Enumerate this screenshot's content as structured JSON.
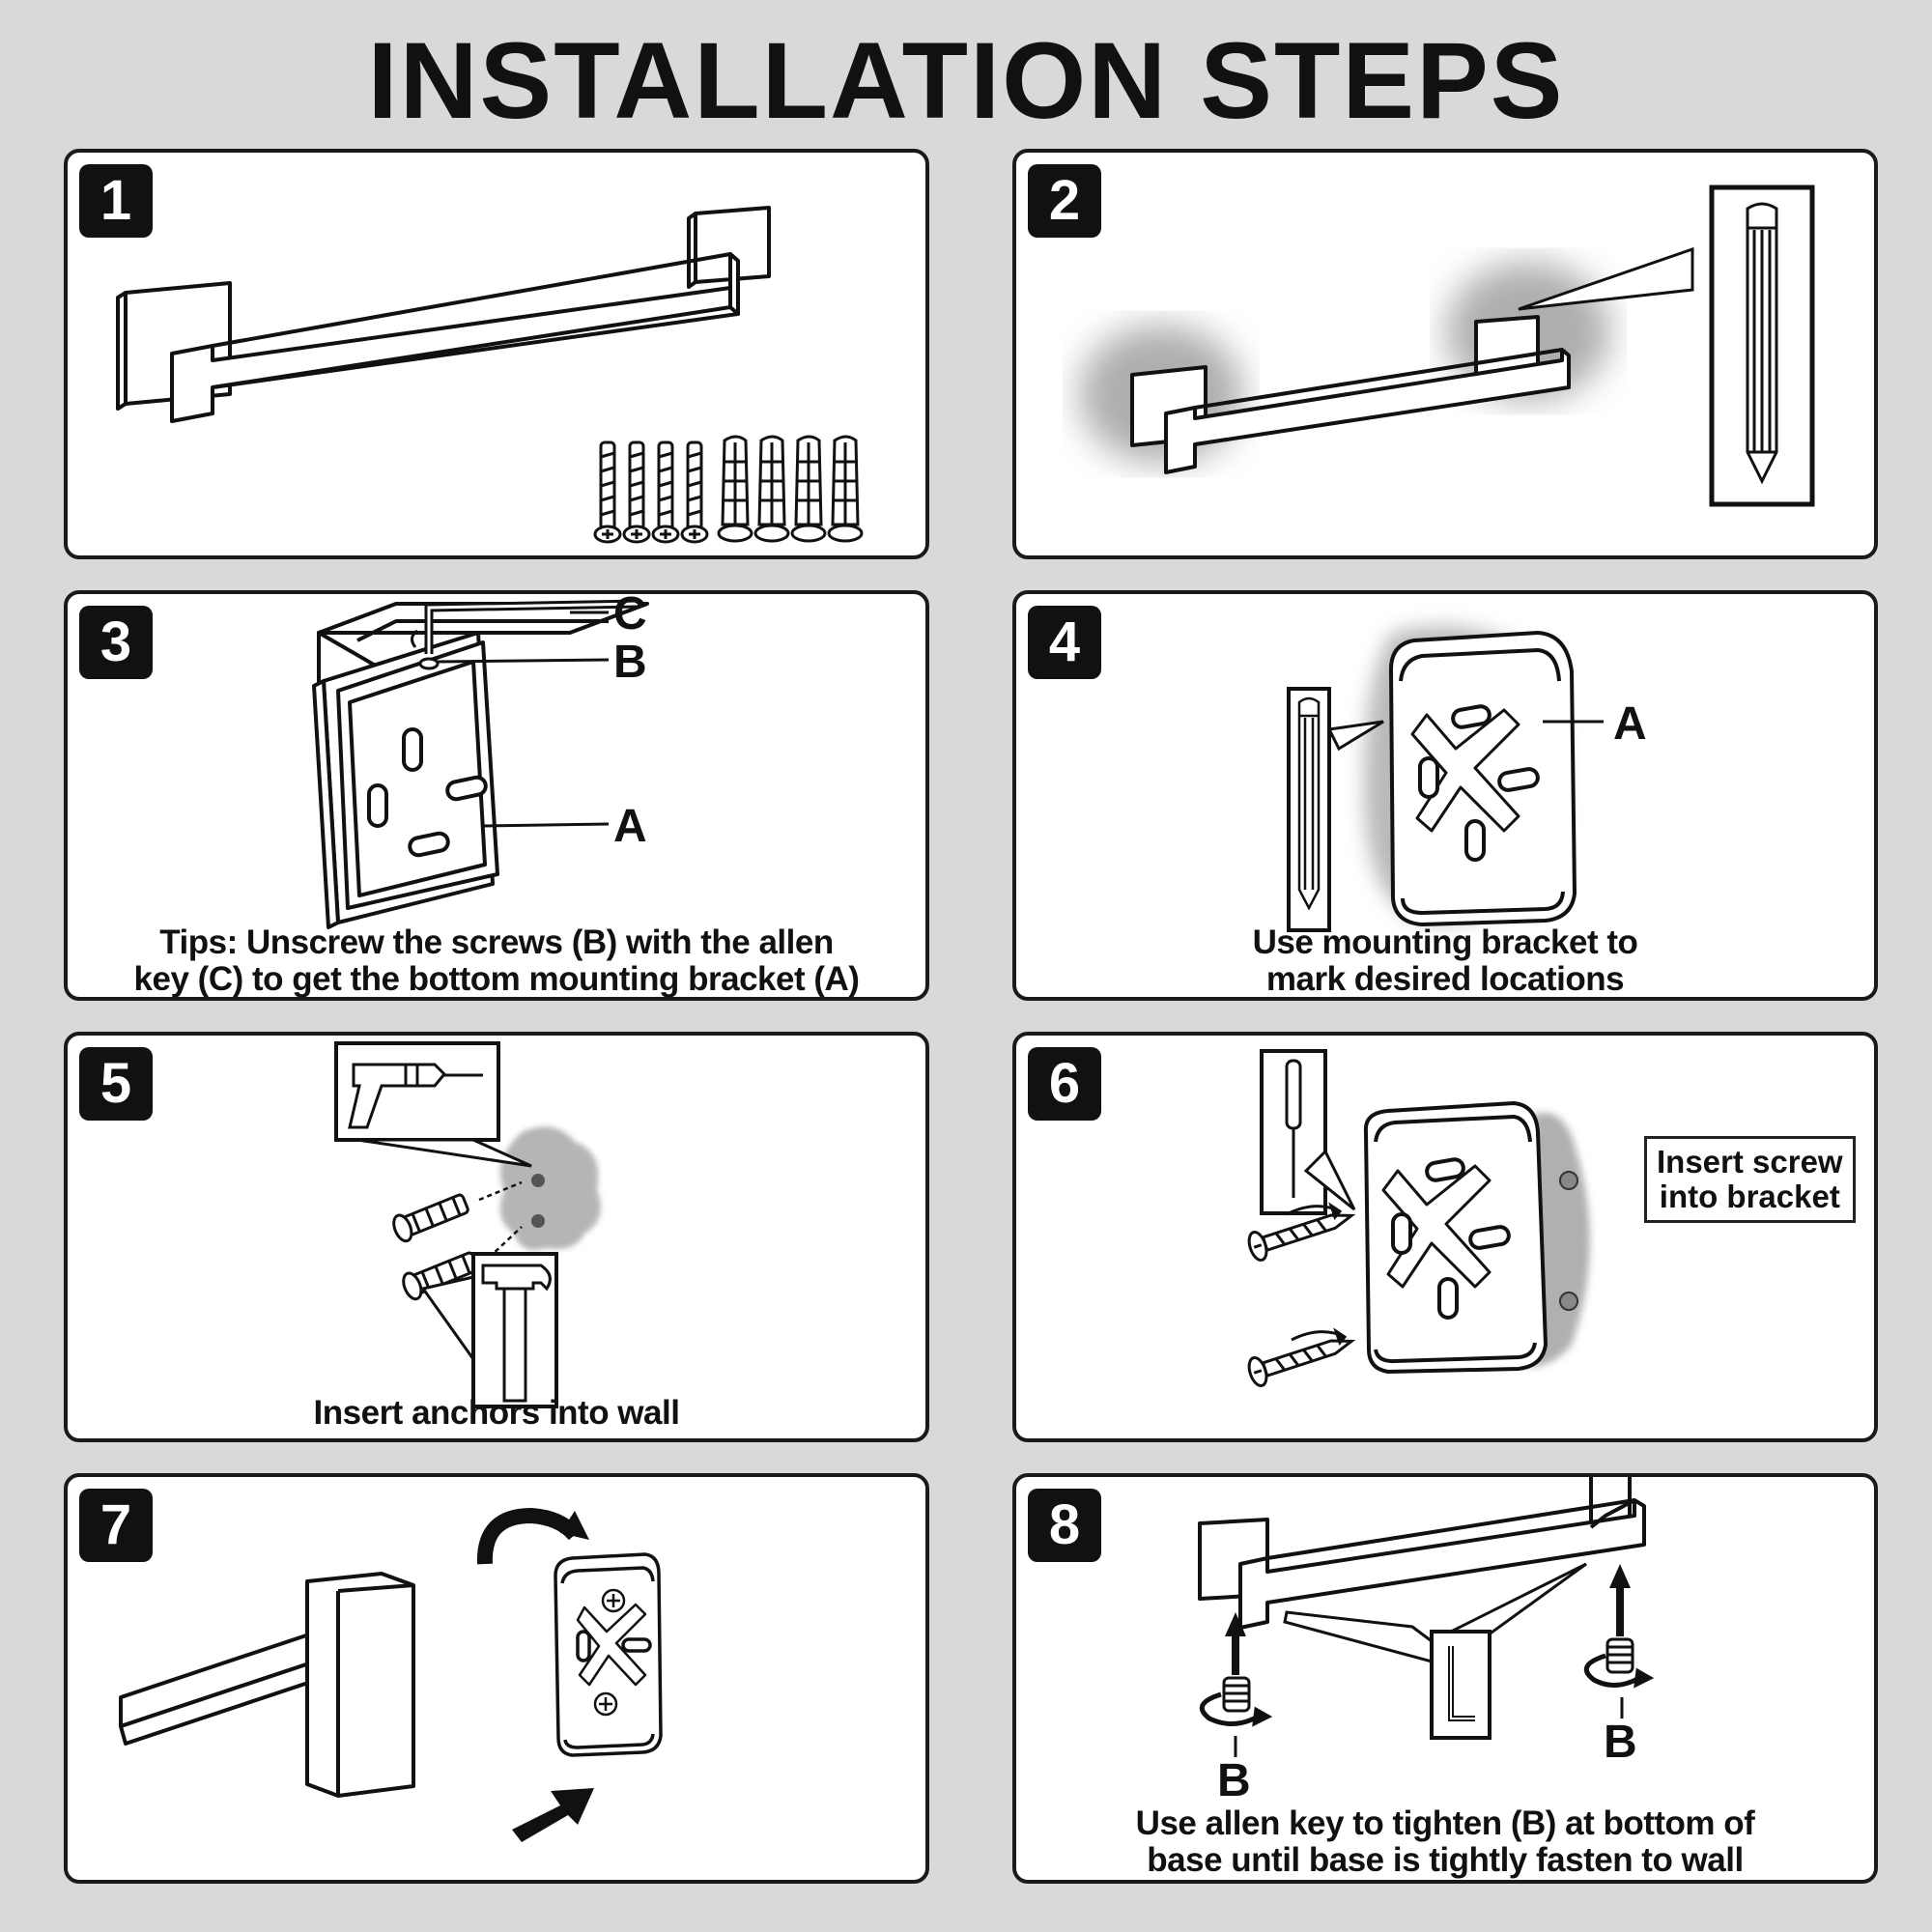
{
  "title": "INSTALLATION STEPS",
  "steps": [
    {
      "number": "1"
    },
    {
      "number": "2"
    },
    {
      "number": "3",
      "labels": {
        "a": "A",
        "b": "B",
        "c": "C"
      },
      "caption": [
        "Tips: Unscrew the screws (B) with the allen",
        "key (C) to get the bottom mounting bracket (A)"
      ]
    },
    {
      "number": "4",
      "labels": {
        "a": "A"
      },
      "caption": [
        "Use mounting bracket to",
        "mark desired locations"
      ]
    },
    {
      "number": "5",
      "caption": [
        "Insert anchors into wall"
      ]
    },
    {
      "number": "6",
      "note": [
        "Insert screw",
        "into bracket"
      ]
    },
    {
      "number": "7"
    },
    {
      "number": "8",
      "labels": {
        "b_left": "B",
        "b_right": "B"
      },
      "caption": [
        "Use allen key to tighten (B) at bottom of",
        "base until base is tightly fasten to wall"
      ]
    }
  ],
  "colors": {
    "background": "#d9d9d9",
    "panel": "#ffffff",
    "ink": "#111111",
    "shadow": "#b5b5b5"
  }
}
